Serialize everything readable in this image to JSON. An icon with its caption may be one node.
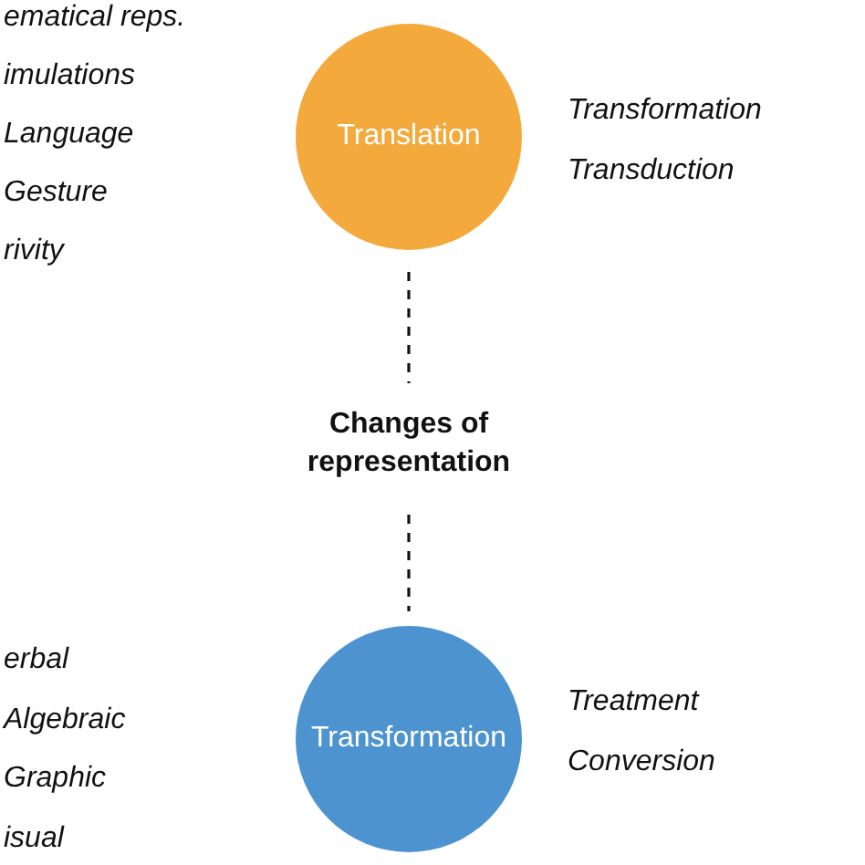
{
  "diagram": {
    "nodes": [
      {
        "text": [
          "Translation"
        ]
      },
      {
        "text": [
          "Changes of representation"
        ]
      },
      {
        "text": [
          "Transformation"
        ]
      }
    ],
    "edges": [
      {
        "from": 0,
        "to": 1,
        "arrow": "none",
        "style": "dashed"
      },
      {
        "from": 1,
        "to": 2,
        "arrow": "none",
        "style": "dashed"
      }
    ],
    "labels": [
      "ematical reps.",
      "imulations",
      "Language",
      "Gesture",
      "rivity",
      "Transformation",
      "Transduction",
      "erbal",
      "Algebraic",
      "Graphic",
      "isual",
      "Treatment",
      "Conversion"
    ]
  }
}
